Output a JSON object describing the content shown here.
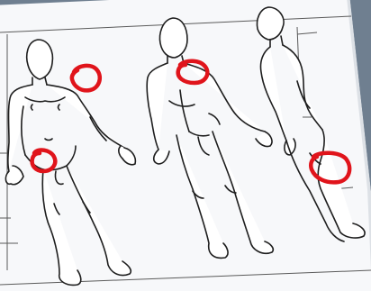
{
  "photo": {
    "subject": "",
    "colors": {
      "background": "#6f7f90",
      "paper": "#f7f8fa",
      "paper_shadow": "#dde1e6",
      "line_art": "#1e1e1e",
      "form_lines": "#5a5a5a",
      "marker": "#e0141b"
    },
    "figures": [
      {
        "view": "front",
        "icon": "front-body-outline-icon"
      },
      {
        "view": "back",
        "icon": "back-body-outline-icon"
      },
      {
        "view": "side",
        "icon": "side-body-outline-icon"
      }
    ],
    "marks": [
      {
        "figure": "front",
        "region": "right-shoulder",
        "icon": "red-circle-icon"
      },
      {
        "figure": "front",
        "region": "right-hip",
        "icon": "red-circle-icon"
      },
      {
        "figure": "back",
        "region": "upper-back",
        "icon": "red-circle-icon"
      },
      {
        "figure": "side",
        "region": "back-of-knee",
        "icon": "red-circle-icon"
      }
    ]
  }
}
